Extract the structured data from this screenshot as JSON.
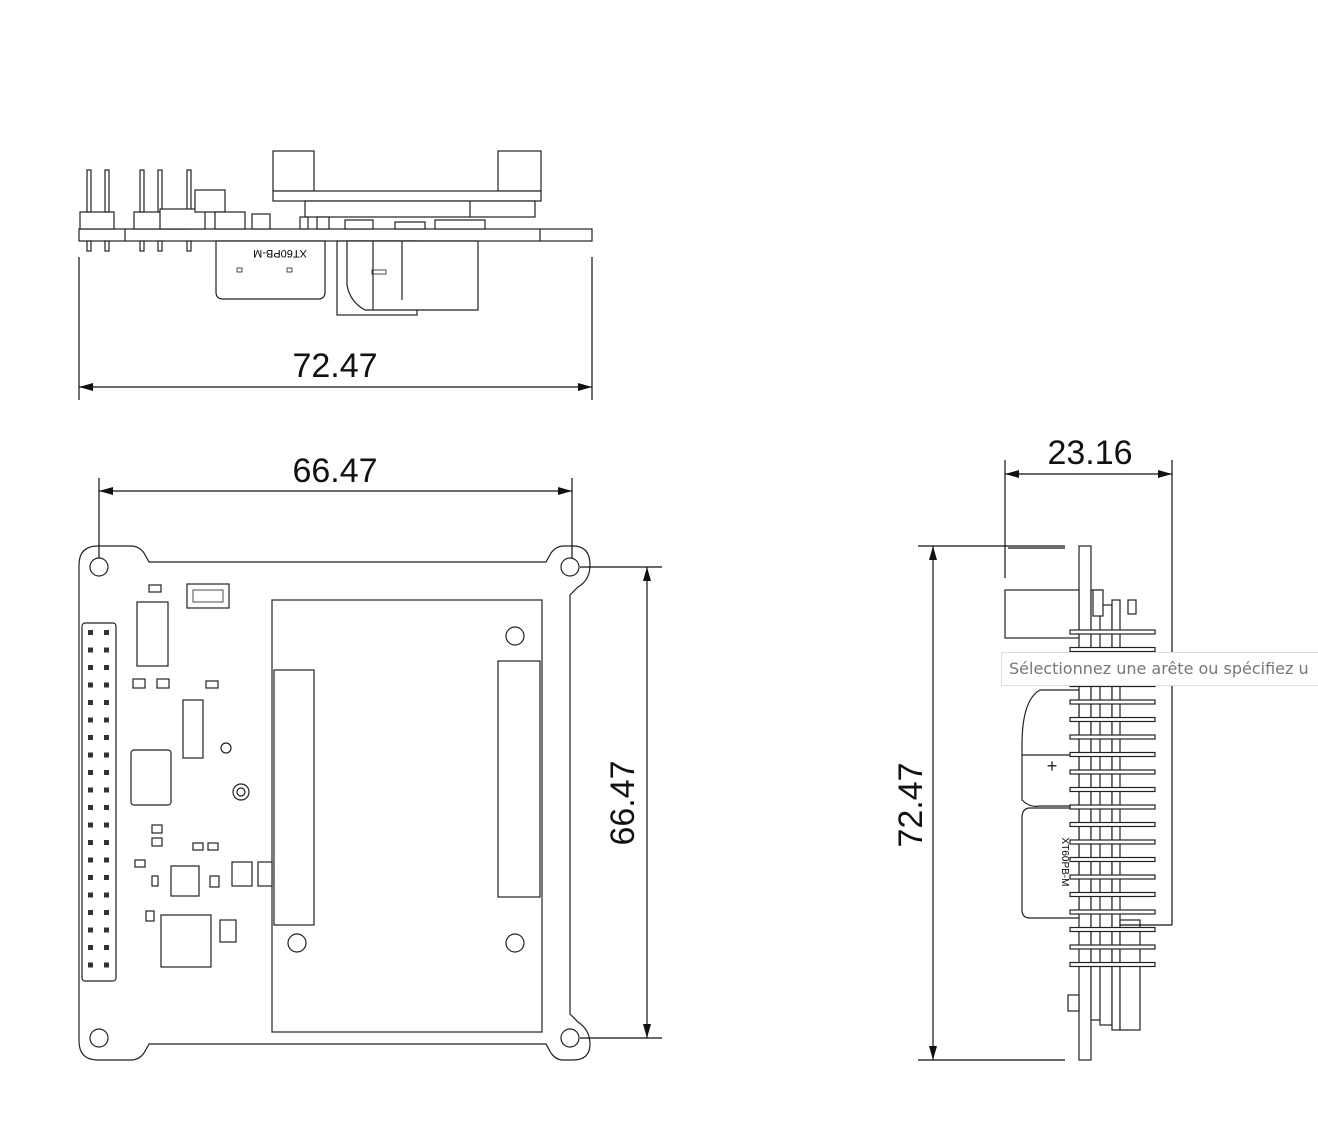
{
  "dimensions": {
    "top_view_width": "72.47",
    "front_view_width": "66.47",
    "front_view_height": "66.47",
    "side_view_depth": "23.16",
    "side_view_height": "72.47"
  },
  "labels": {
    "connector_marking": "XT60PB-M"
  },
  "tooltip": {
    "text": "Sélectionnez une arête ou spécifiez u"
  }
}
